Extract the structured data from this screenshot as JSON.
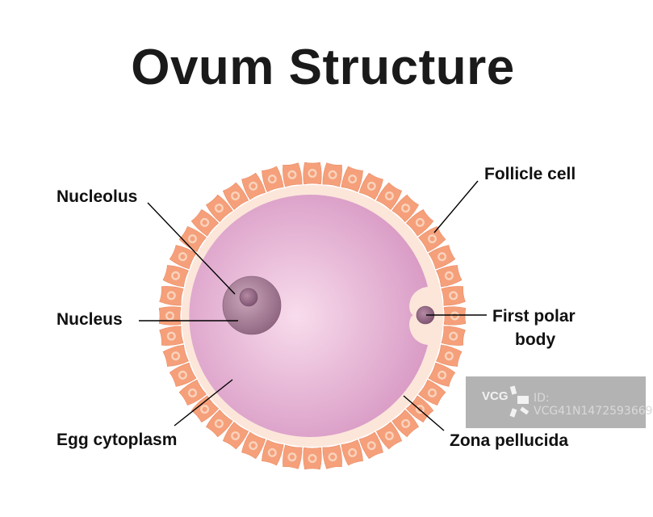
{
  "title": "Ovum Structure",
  "labels": {
    "nucleolus": "Nucleolus",
    "nucleus": "Nucleus",
    "egg_cytoplasm": "Egg cytoplasm",
    "follicle_cell": "Follicle cell",
    "first_polar_body_line1": "First polar",
    "first_polar_body_line2": "body",
    "zona_pellucida": "Zona pellucida"
  },
  "colors": {
    "follicle_cell": "#f5a07a",
    "follicle_cell_edge": "#e8855f",
    "follicle_nucleus": "#f9d3bd",
    "zona_pellucida": "#fce6da",
    "cytoplasm_center": "#f7d8ea",
    "cytoplasm_edge": "#d99cc6",
    "nucleus": "#a17a92",
    "leader_line": "#000000",
    "watermark_bg": "#b3b3b3"
  },
  "watermark": {
    "logo": "VCG",
    "id_text": "ID: VCG41N1472593669"
  }
}
